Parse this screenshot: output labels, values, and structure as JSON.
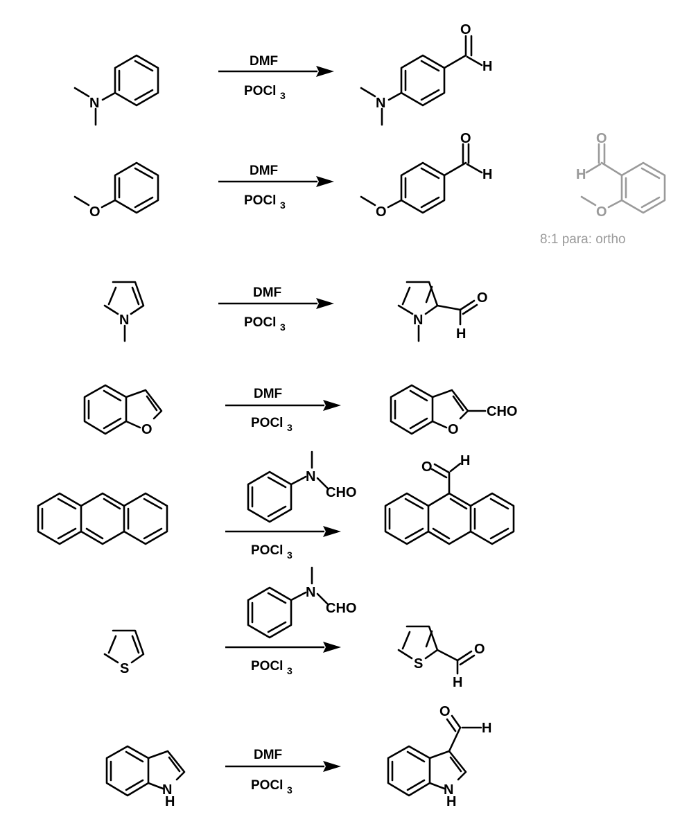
{
  "reagents": {
    "dmf": "DMF",
    "pocl3_main": "POCl",
    "pocl3_sub": "3",
    "n_methylformanilide_n": "N",
    "n_methylformanilide_cho": "CHO"
  },
  "atoms": {
    "n": "N",
    "o": "O",
    "h": "H",
    "s": "S",
    "cho": "CHO"
  },
  "note": {
    "ratio": "8:1 para: ortho"
  }
}
